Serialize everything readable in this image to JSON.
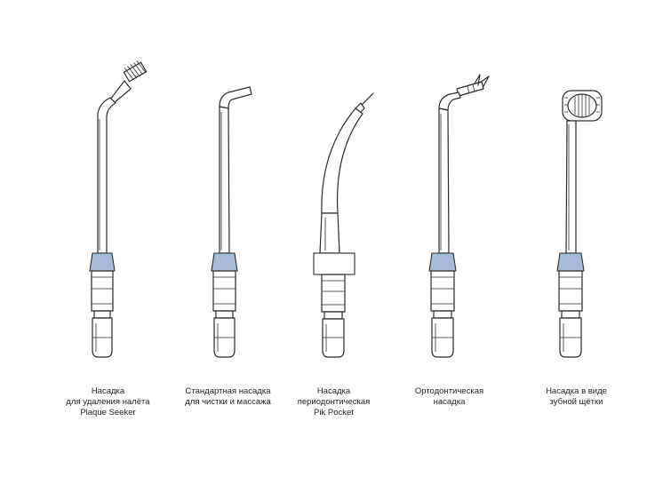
{
  "colors": {
    "band": "#a7bbd6",
    "band_white": "#ffffff",
    "line": "#2a2a2a",
    "text": "#1f1f1f"
  },
  "tips": [
    {
      "id": "plaque-seeker",
      "band_color": "#a7bbd6",
      "caption": [
        "Насадка",
        "для удаления налёта",
        "Plaque Seeker"
      ]
    },
    {
      "id": "standard",
      "band_color": "#a7bbd6",
      "caption": [
        "Стандартная насадка",
        "для чистки и массажа"
      ]
    },
    {
      "id": "pik-pocket",
      "band_color": "#ffffff",
      "caption": [
        "Насадка",
        "периодонтическая",
        "Pik Pocket"
      ]
    },
    {
      "id": "orthodontic",
      "band_color": "#a7bbd6",
      "caption": [
        "Ортодонтическая",
        "насадка"
      ]
    },
    {
      "id": "toothbrush",
      "band_color": "#a7bbd6",
      "caption": [
        "Насадка в виде",
        "зубной щётки"
      ]
    }
  ]
}
